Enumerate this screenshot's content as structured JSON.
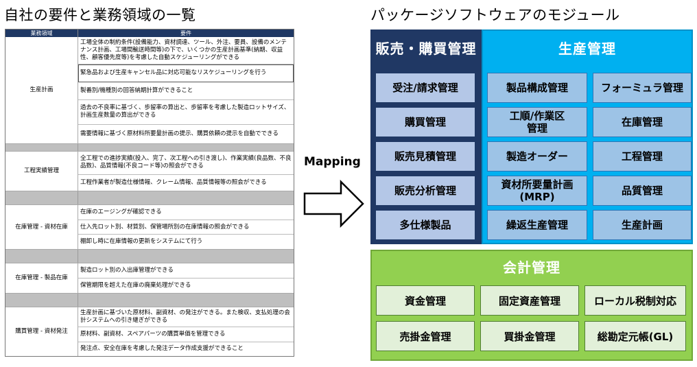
{
  "left_title": "自社の要件と業務領域の一覧",
  "right_title": "パッケージソフトウェアのモジュール",
  "mapping_label": "Mapping",
  "table": {
    "col_area": "業務領域",
    "col_req": "要件",
    "groups": [
      {
        "area": "生産計画",
        "reqs": [
          "工場全体の制約条件(設備能力、資材調達、ツール、外注、要員、設備のメンテナンス計画、工場間輸送時間等)の下で、いくつかの生産計画基準(納期、収益性、顧客優先度等)を考慮した自動スケジューリングができる",
          "緊急品および生産キャンセル品に対応可能なリスケジューリングを行う",
          "製番別/機種別の回答納期計算ができること",
          "過去の不良率に基づく、歩留率の算出と、歩留率を考慮した製造ロットサイズ、計画生産数量の算出ができる",
          "需要情報に基づく原材料所要量計画の提示、購買依頼の提示を自動でできる"
        ]
      },
      {
        "area": "工程実績管理",
        "reqs": [
          "全工程での進捗実績(投入、完了、次工程への引き渡し)、作業実績(良品数、不良品数)、品質情報(不良コード等)の照会ができる",
          "工程作業者が製造仕様情報、クレーム情報、品質情報等の照会ができる"
        ]
      },
      {
        "area": "在庫管理 - 資材在庫",
        "reqs": [
          "在庫のエージングが確認できる",
          "仕入先ロット別、材質別、保管場所別の在庫情報の照会ができる",
          "棚卸し時に在庫情報の更新をシステムにて行う"
        ]
      },
      {
        "area": "在庫管理 - 製品在庫",
        "reqs": [
          "製造ロット別の入出庫管理ができる",
          "保管期限を超えた在庫の廃棄処理ができる"
        ]
      },
      {
        "area": "購買管理 - 資材発注",
        "reqs": [
          "生産計画に基づいた原材料、副資材、の発注ができる。また検収、支払処理の会計システムへの引き継ぎができる",
          "原材料、副資材、スペアパーツの購買単価を管理できる",
          "発注点、安全在庫を考慮した発注データ作成支援ができること"
        ]
      }
    ]
  },
  "modules": {
    "sales": {
      "title": "販売・購買管理",
      "items": [
        "受注/請求管理",
        "購買管理",
        "販売見積管理",
        "販売分析管理",
        "多仕様製品"
      ]
    },
    "production": {
      "title": "生産管理",
      "col1": [
        "製品構成管理",
        "工順/作業区\n管理",
        "製造オーダー",
        "資材所要量計画\n(MRP)",
        "繰返生産管理"
      ],
      "col2": [
        "フォーミュラ管理",
        "在庫管理",
        "工程管理",
        "品質管理",
        "生産計画"
      ]
    },
    "accounting": {
      "title": "会計管理",
      "items": [
        "資金管理",
        "固定資産管理",
        "ローカル税制対応",
        "売掛金管理",
        "買掛金管理",
        "総勘定元帳(GL)"
      ]
    }
  },
  "colors": {
    "sales_panel": "#203864",
    "production_panel": "#00b0f0",
    "accounting_panel": "#92d050",
    "table_header": "#1f3864"
  }
}
